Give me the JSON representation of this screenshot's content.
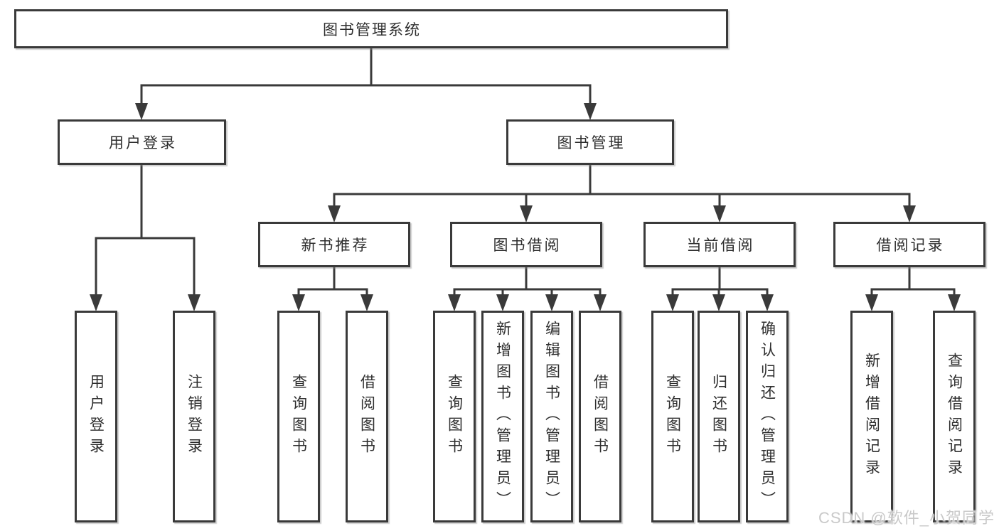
{
  "tree": {
    "root": "图书管理系统",
    "level2": [
      {
        "label": "用户登录",
        "children": [
          "用户登录",
          "注销登录"
        ]
      },
      {
        "label": "图书管理",
        "sections": [
          {
            "label": "新书推荐",
            "children": [
              "查询图书",
              "借阅图书"
            ]
          },
          {
            "label": "图书借阅",
            "children": [
              "查询图书",
              "新增图书（管理员）",
              "编辑图书（管理员）",
              "借阅图书"
            ]
          },
          {
            "label": "当前借阅",
            "children": [
              "查询图书",
              "归还图书",
              "确认归还（管理员）"
            ]
          },
          {
            "label": "借阅记录",
            "children": [
              "新增借阅记录",
              "查询借阅记录"
            ]
          }
        ]
      }
    ]
  },
  "watermark": "CSDN @软件_小贺同学",
  "colors": {
    "line": "#3a3a3a",
    "text": "#2e2e2e",
    "box_bg": "#ffffff",
    "watermark": "#c9c9c9"
  }
}
